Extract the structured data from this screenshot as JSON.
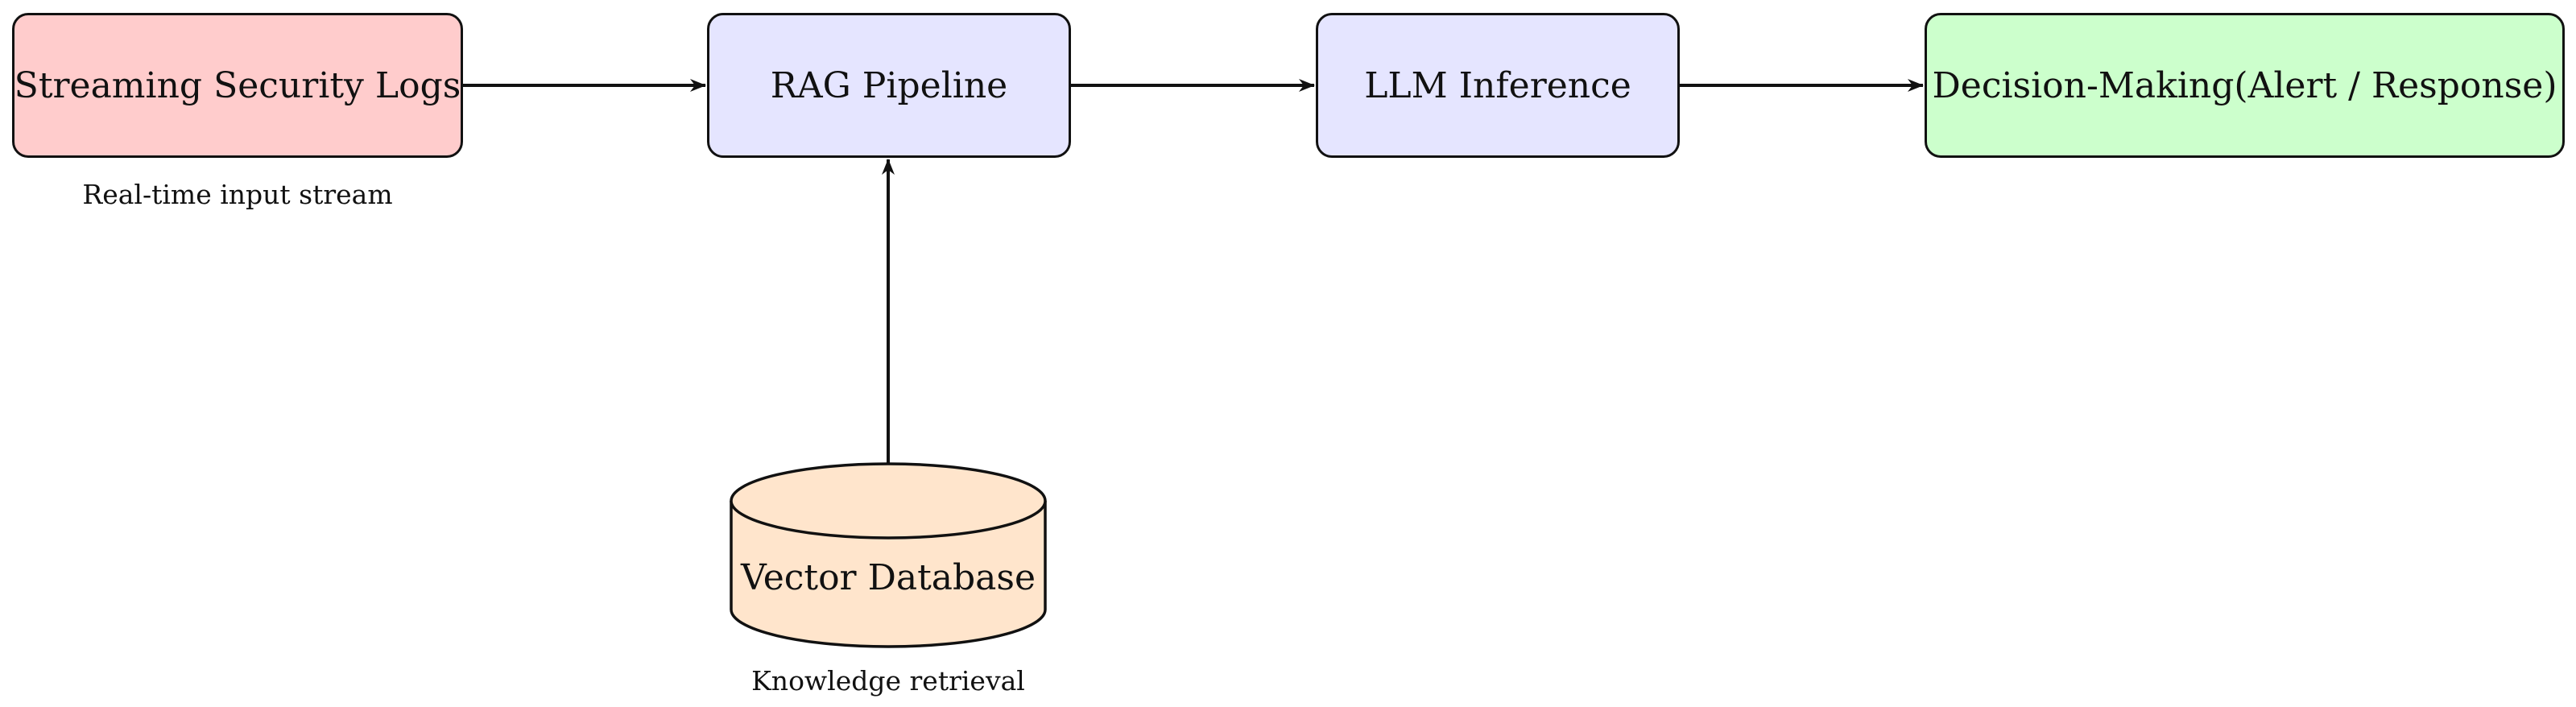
{
  "colors": {
    "input_fill": "#ffcccc",
    "process_fill": "#e5e5ff",
    "output_fill": "#ccffcc",
    "database_fill": "#ffe5cc",
    "stroke": "#111111"
  },
  "nodes": {
    "logs": {
      "label": "Streaming Security Logs"
    },
    "rag": {
      "label": "RAG Pipeline"
    },
    "llm": {
      "label": "LLM Inference"
    },
    "decision": {
      "label": "Decision-Making(Alert / Response)"
    },
    "database": {
      "label": "Vector Database"
    }
  },
  "captions": {
    "logs": "Real-time input stream",
    "database": "Knowledge retrieval"
  },
  "edges": [
    {
      "from": "logs",
      "to": "rag"
    },
    {
      "from": "rag",
      "to": "llm"
    },
    {
      "from": "llm",
      "to": "decision"
    },
    {
      "from": "database",
      "to": "rag"
    }
  ]
}
